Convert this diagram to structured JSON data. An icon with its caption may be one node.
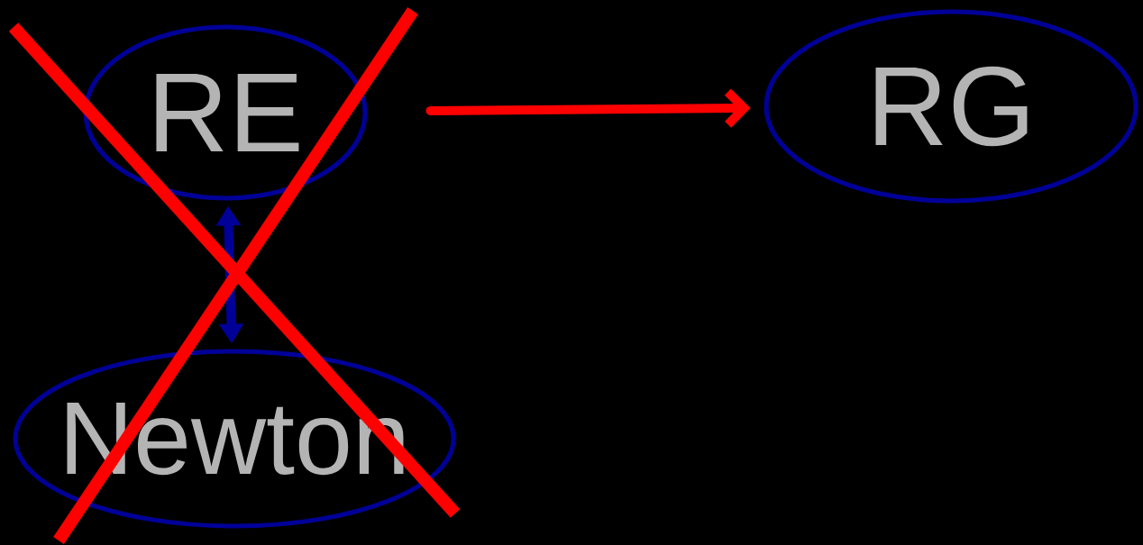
{
  "diagram": {
    "nodes": [
      {
        "text": [
          "RE"
        ]
      },
      {
        "text": [
          "RG"
        ]
      },
      {
        "text": [
          "Newton"
        ]
      }
    ],
    "edges": [
      {
        "from": 0,
        "to": 1,
        "arrow": "to",
        "color": "#ff0000"
      },
      {
        "from": 0,
        "to": 2,
        "arrow": "both",
        "color": "#000099"
      }
    ]
  }
}
